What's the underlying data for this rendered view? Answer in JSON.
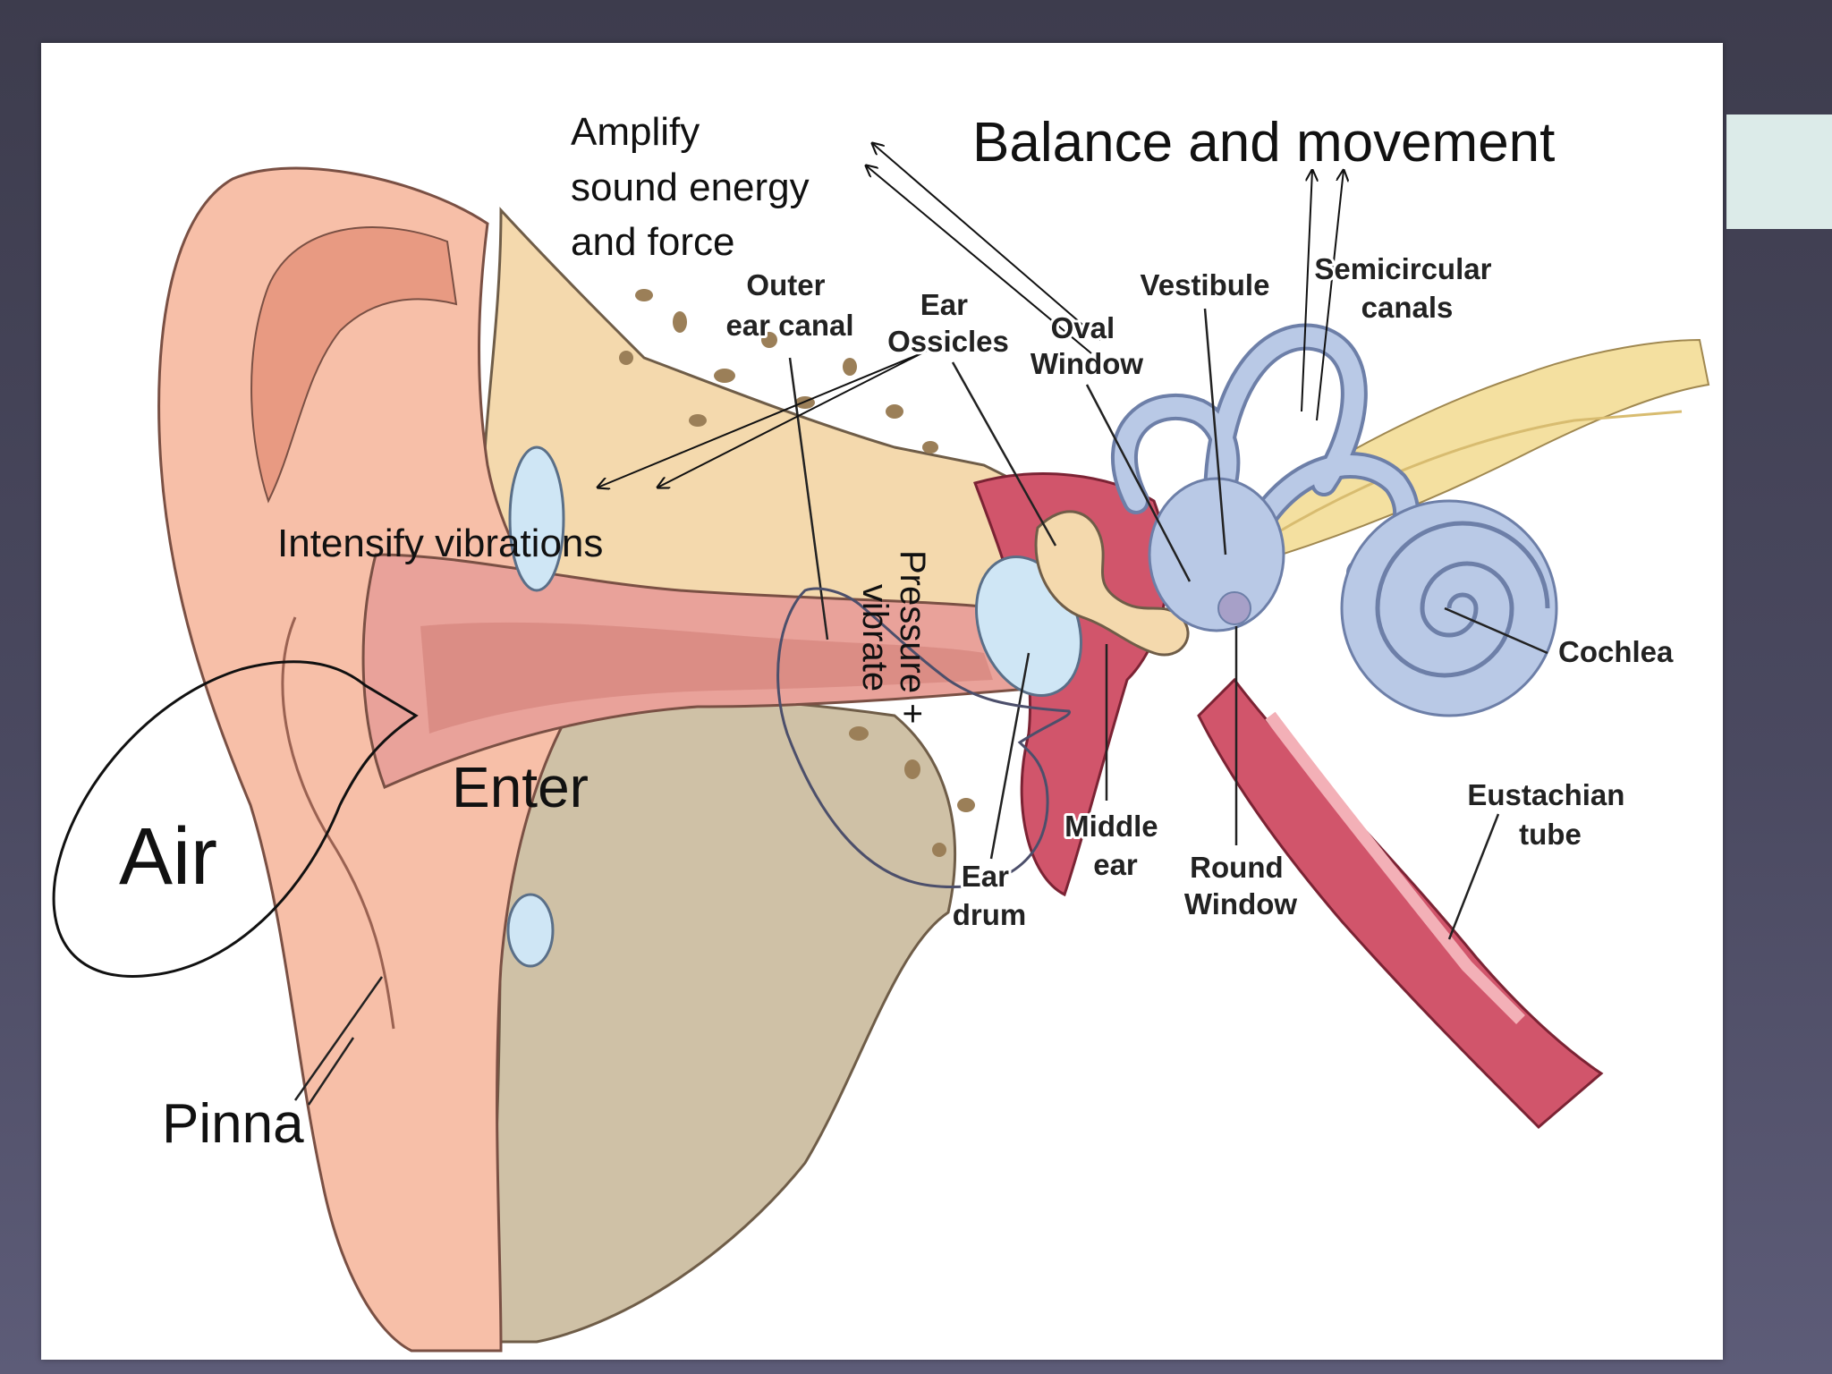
{
  "colors": {
    "background": "#44435a",
    "panel": "#ffffff",
    "accent": "#dcebe9",
    "skin": "#f7bfa8",
    "canal": "#e9a29a",
    "bone": "#f4d9ad",
    "tissue": "#cfc1a6",
    "inner_ear": "#b9c9e6",
    "middle_ear": "#d1556b",
    "nerve": "#f4e0a0",
    "ear_drum": "#cfe6f5"
  },
  "anatomy_labels": {
    "outer_ear_canal": [
      "Outer",
      "ear canal"
    ],
    "ear_ossicles": [
      "Ear",
      "Ossicles"
    ],
    "oval_window": [
      "Oval",
      "Window"
    ],
    "vestibule": "Vestibule",
    "semicircular_canals": [
      "Semicircular",
      "canals"
    ],
    "cochlea": "Cochlea",
    "eustachian_tube": [
      "Eustachian",
      "tube"
    ],
    "middle_ear": [
      "Middle",
      "ear"
    ],
    "round_window": [
      "Round",
      "Window"
    ],
    "ear_drum": [
      "Ear",
      "drum"
    ]
  },
  "annotations": {
    "amplify": [
      "Amplify",
      "sound energy",
      "and force"
    ],
    "balance": "Balance and movement",
    "intensify": "Intensify vibrations",
    "air": "Air",
    "enter": "Enter",
    "pinna": "Pinna",
    "pressure_vibrate": [
      "Pressure +",
      "vibrate"
    ]
  }
}
